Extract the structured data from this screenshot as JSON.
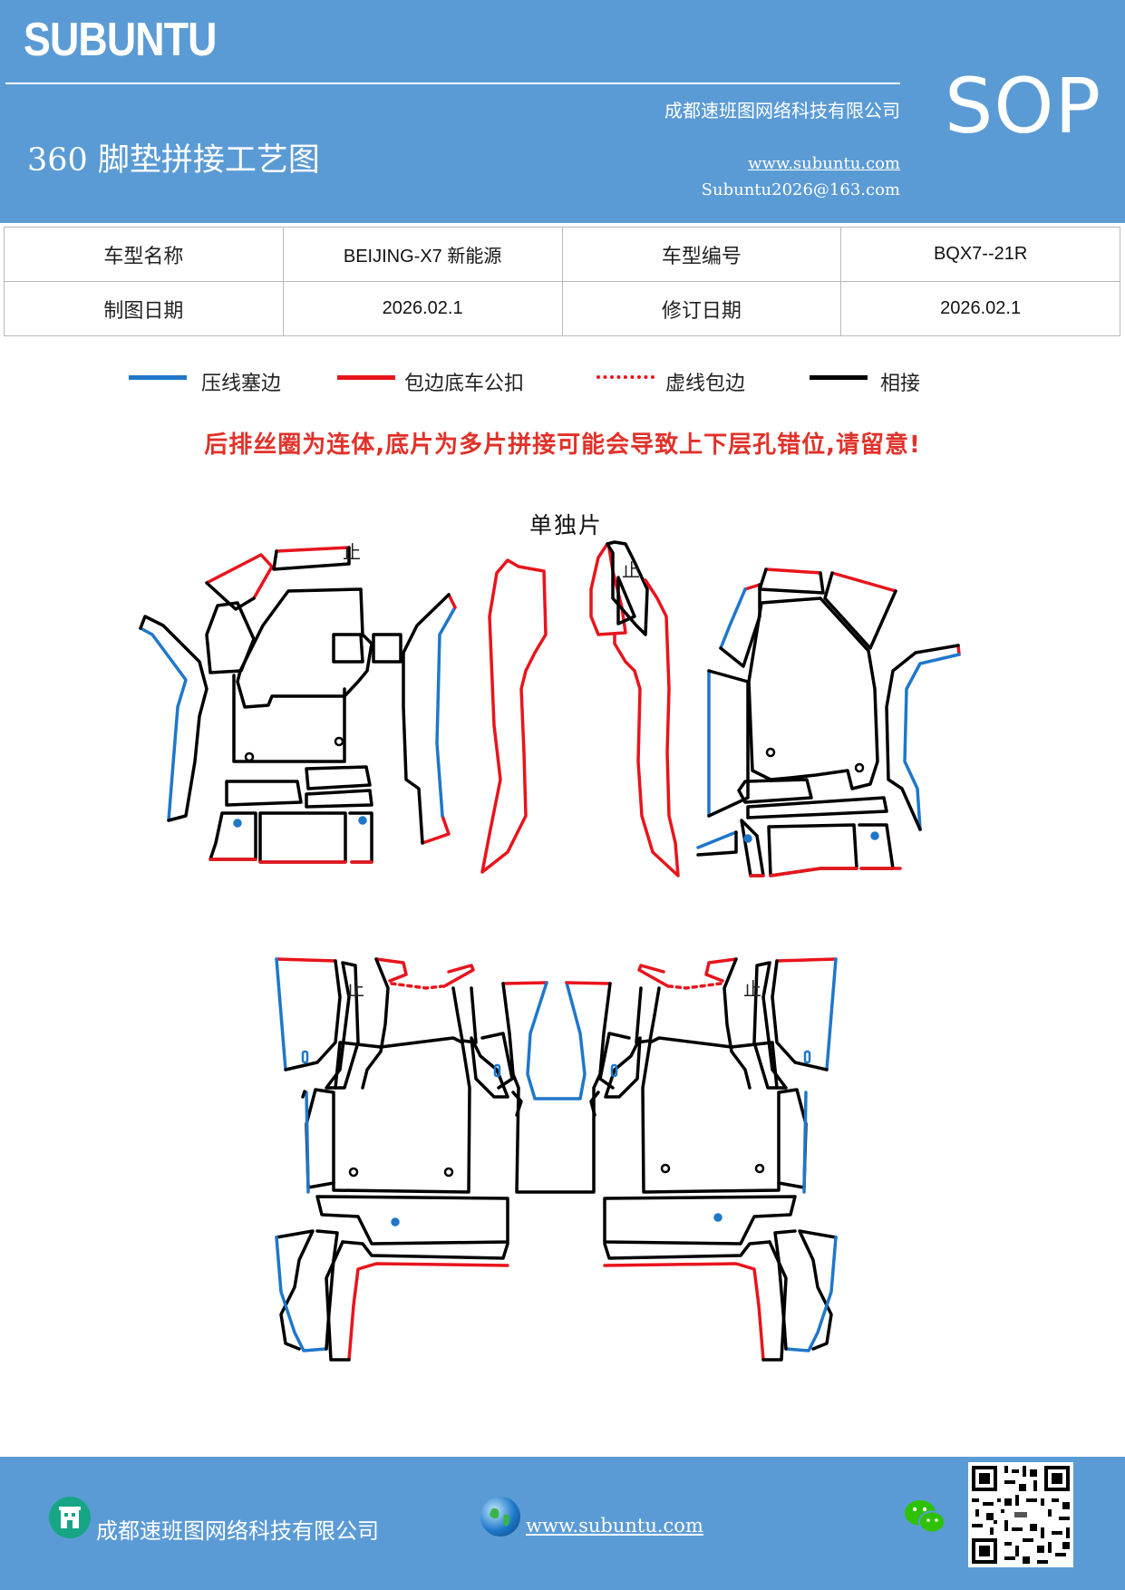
{
  "header": {
    "brand": "SUBUNTU",
    "company": "成都速班图网络科技有限公司",
    "title": "360 脚垫拼接工艺图",
    "website": "www.subuntu.com",
    "email": "Subuntu2026@163.com",
    "badge": "SOP"
  },
  "info": {
    "model_name_label": "车型名称",
    "model_name_value": "BEIJING-X7  新能源",
    "model_code_label": "车型编号",
    "model_code_value": "BQX7--21R",
    "draw_date_label": "制图日期",
    "draw_date_value": "2026.02.1",
    "revise_date_label": "修订日期",
    "revise_date_value": "2026.02.1"
  },
  "legend": [
    {
      "label": "压线塞边",
      "color": "#1f77c9",
      "style": "solid"
    },
    {
      "label": "包边底车公扣",
      "color": "#e8141c",
      "style": "solid"
    },
    {
      "label": "虚线包边",
      "color": "#e8141c",
      "style": "dotted"
    },
    {
      "label": "相接",
      "color": "#000000",
      "style": "solid"
    }
  ],
  "warning": "后排丝圈为连体,底片为多片拼接可能会导致上下层孔错位,请留意!",
  "diagram": {
    "single_label": "单独片",
    "stop_mark": "止"
  },
  "footer": {
    "company": "成都速班图网络科技有限公司",
    "website": "www.subuntu.com",
    "building_icon": "building-icon",
    "globe_icon": "globe-icon",
    "wechat_icon": "wechat-icon"
  },
  "colors": {
    "brand_blue": "#5b9bd5",
    "press_blue": "#1f77c9",
    "wrap_red": "#e8141c",
    "warning_red": "#e0322a"
  }
}
